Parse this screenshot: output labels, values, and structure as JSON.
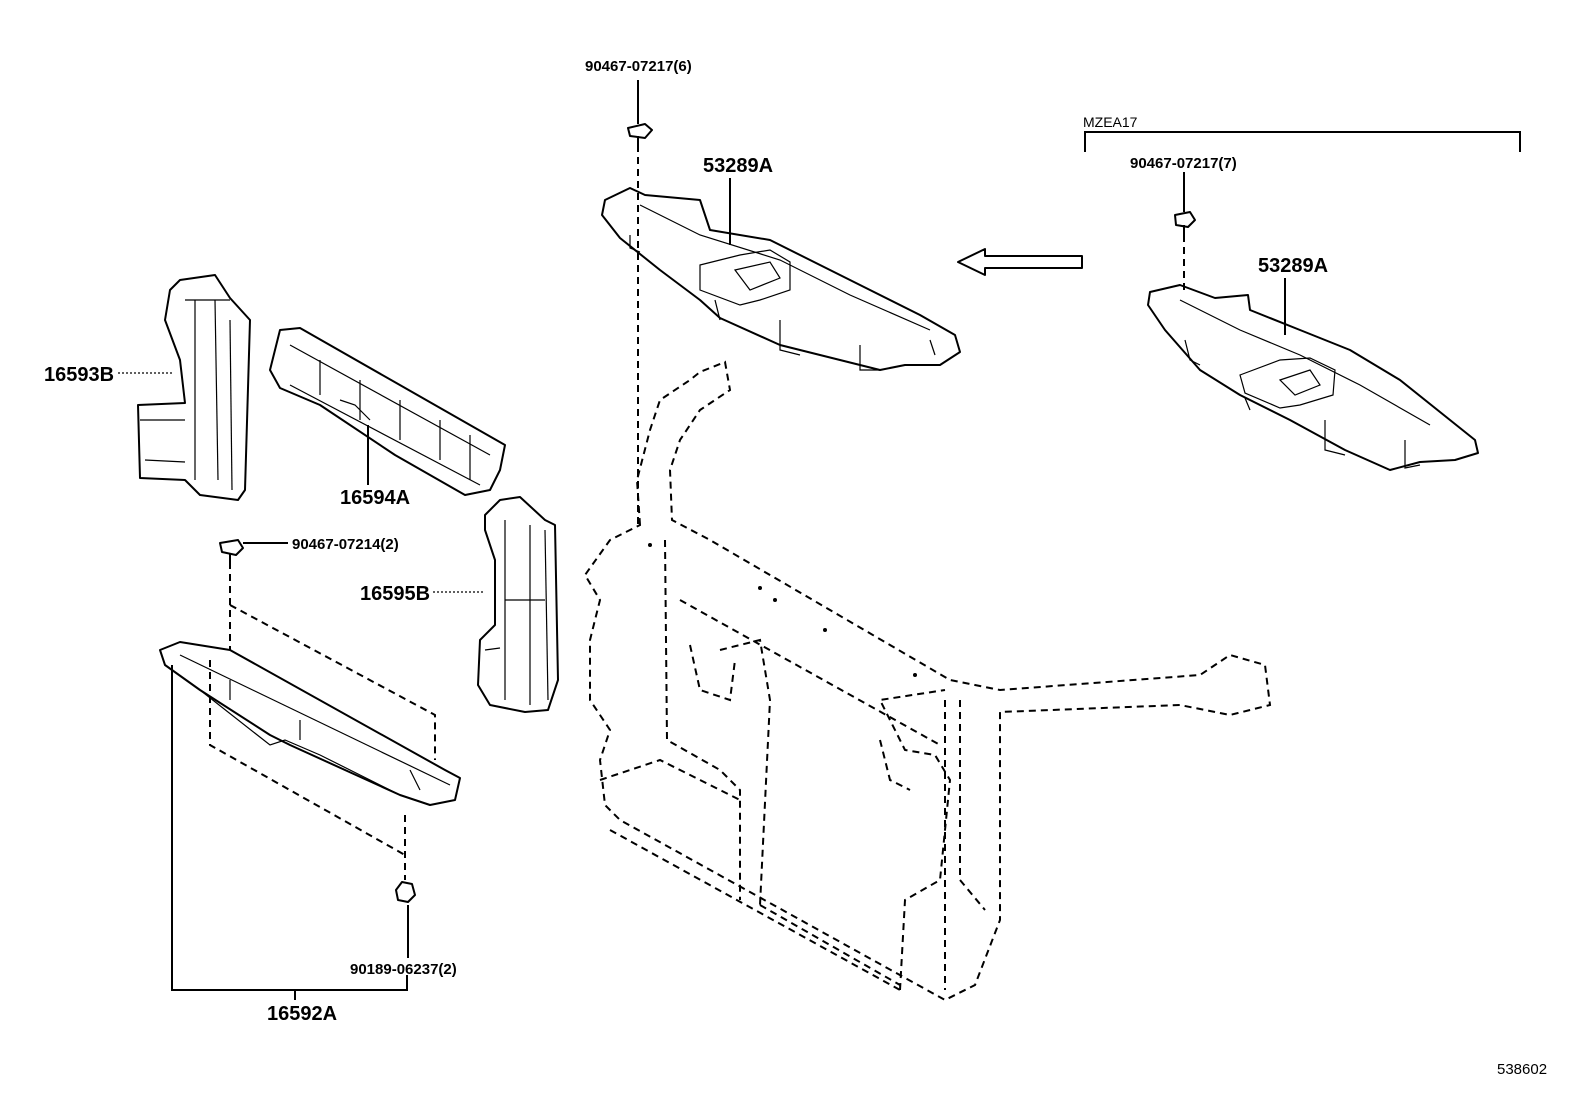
{
  "labels": {
    "bolt_top": "90467-07217(6)",
    "variant_tag": "MZEA17",
    "bolt_variant": "90467-07217(7)",
    "seal_main": "53289A",
    "seal_variant": "53289A",
    "duct_left": "16593B",
    "guide_center": "16594A",
    "clip_upper": "90467-07214(2)",
    "duct_right": "16595B",
    "nut_lower": "90189-06237(2)",
    "guide_lower": "16592A",
    "diagram_number": "538602"
  }
}
